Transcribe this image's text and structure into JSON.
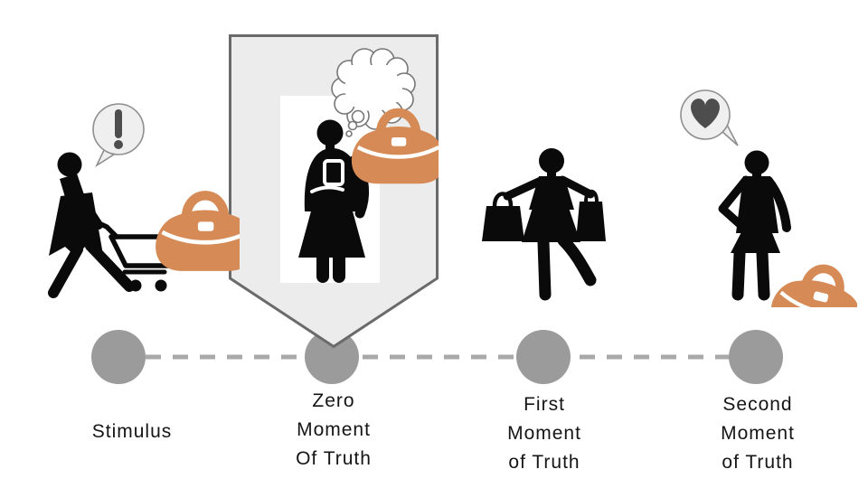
{
  "diagram_title": "Moments of Truth customer journey",
  "stages": [
    {
      "id": "stimulus",
      "lines": [
        "Stimulus"
      ],
      "highlighted": false,
      "icons": [
        "exclamation-speech-bubble",
        "orange-handbag",
        "woman-pushing-shopping-cart"
      ]
    },
    {
      "id": "zmot",
      "lines": [
        "Zero",
        "Moment",
        "Of Truth"
      ],
      "highlighted": true,
      "icons": [
        "thought-bubble-with-handbag",
        "woman-checking-smartphone"
      ]
    },
    {
      "id": "fmot",
      "lines": [
        "First",
        "Moment",
        "of Truth"
      ],
      "highlighted": false,
      "icons": [
        "woman-carrying-shopping-bags"
      ]
    },
    {
      "id": "smot",
      "lines": [
        "Second",
        "Moment",
        "of Truth"
      ],
      "highlighted": false,
      "icons": [
        "heart-speech-bubble",
        "woman-with-orange-handbag"
      ]
    }
  ],
  "timeline": {
    "node_count": 4,
    "connector_style": "dashed",
    "node_color": "#9b9b9b",
    "connector_color": "#a9a9a9"
  },
  "colors": {
    "background": "#ffffff",
    "silhouette": "#0a0a0a",
    "accent_orange": "#d68a55",
    "bubble_fill": "#efefef",
    "bubble_stroke": "#8f8f8f",
    "glyph_dark": "#4d4d4d",
    "banner_fill": "#ececec",
    "banner_stroke": "#6a6a6a",
    "text": "#151515"
  }
}
